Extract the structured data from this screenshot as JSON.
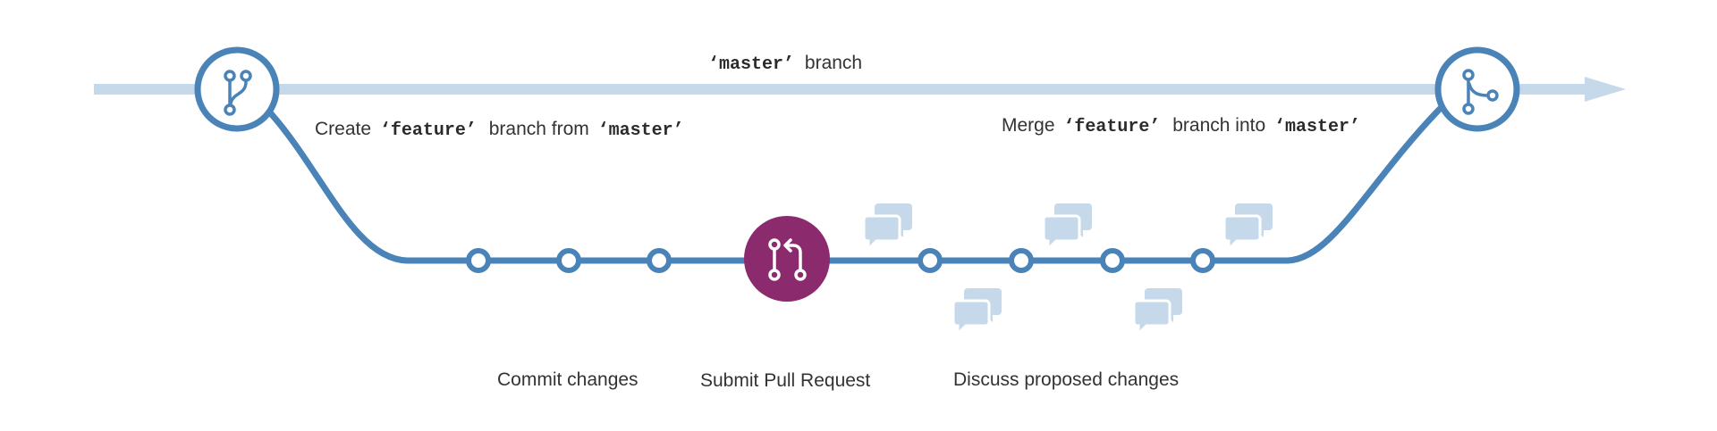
{
  "master_label": {
    "quote_open": "‘",
    "name": "master",
    "quote_close": "’",
    "suffix": "branch"
  },
  "create_label": {
    "prefix": "Create",
    "feature": "‘feature’",
    "middle": "branch from",
    "master": "‘master’"
  },
  "merge_label": {
    "prefix": "Merge",
    "feature": "‘feature’",
    "middle": "branch into",
    "master": "‘master’"
  },
  "stages": {
    "commit": "Commit changes",
    "pull_request": "Submit Pull Request",
    "discuss": "Discuss proposed changes"
  },
  "colors": {
    "master_line": "#c6d9ea",
    "branch_line": "#4a83b7",
    "pull_request": "#8c2a6e",
    "chat": "#c6d9ea",
    "text": "#333333"
  },
  "icons": {
    "create": "branch-icon",
    "merge": "merge-icon",
    "pull_request": "pull-request-icon",
    "discussion": "chat-bubbles-icon"
  }
}
